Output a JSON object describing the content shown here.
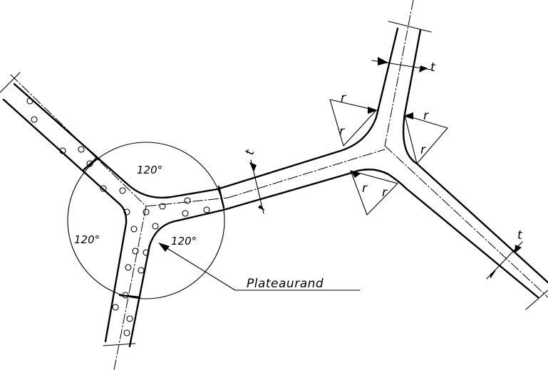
{
  "labels": {
    "angle_top": "120°",
    "angle_left": "120°",
    "angle_right": "120°",
    "plateau": "Plateaurand",
    "thickness_symbol": "t",
    "radius_symbol": "r"
  },
  "colors": {
    "ink": "#000000",
    "paper": "#ffffff"
  }
}
